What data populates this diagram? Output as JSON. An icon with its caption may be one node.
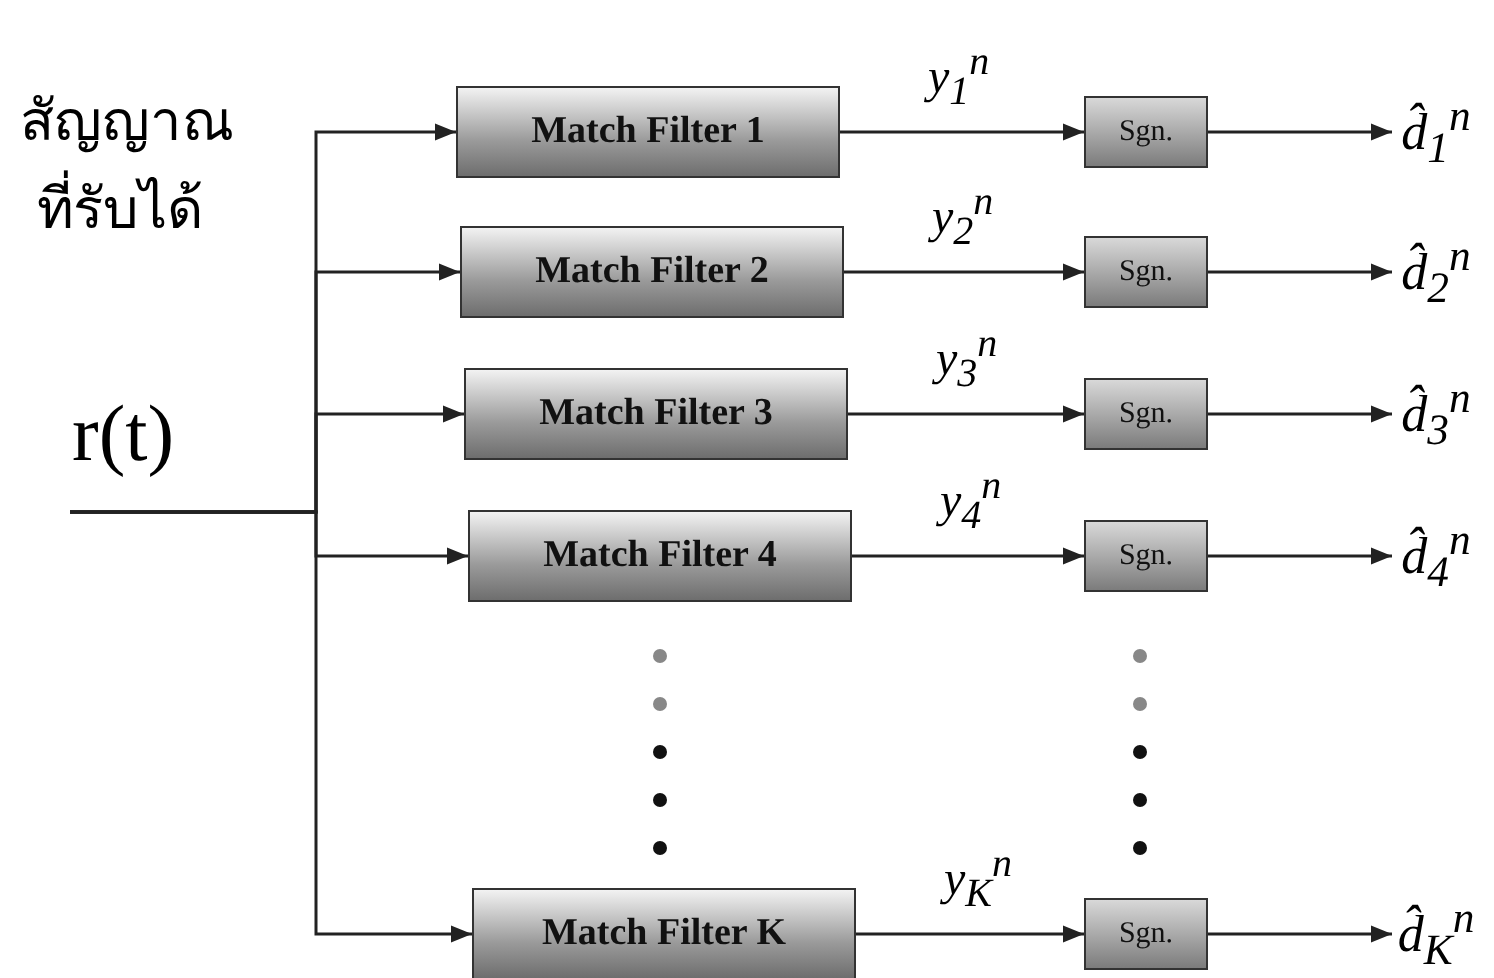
{
  "diagram": {
    "nodes": [
      {
        "text": [
          "Match Filter 1"
        ]
      },
      {
        "text": [
          "Match Filter 2"
        ]
      },
      {
        "text": [
          "Match Filter 3"
        ]
      },
      {
        "text": [
          "Match Filter 4"
        ]
      },
      {
        "text": [
          "Match Filter K"
        ]
      },
      {
        "text": [
          "Sgn."
        ]
      },
      {
        "text": [
          "Sgn."
        ]
      },
      {
        "text": [
          "Sgn."
        ]
      },
      {
        "text": [
          "Sgn."
        ]
      },
      {
        "text": [
          "Sgn."
        ]
      },
      {
        "text": [
          "d̂$_{1}$$^{n}$"
        ]
      },
      {
        "text": [
          "d̂$_{2}$$^{n}$"
        ]
      },
      {
        "text": [
          "d̂$_{3}$$^{n}$"
        ]
      },
      {
        "text": [
          "d̂$_{4}$$^{n}$"
        ]
      },
      {
        "text": [
          "d̂$_{K}$$^{n}$"
        ]
      }
    ],
    "edges": [
      {
        "from": null,
        "to": 0,
        "arrow": "to"
      },
      {
        "from": null,
        "to": 1,
        "arrow": "to"
      },
      {
        "from": null,
        "to": 2,
        "arrow": "to"
      },
      {
        "from": null,
        "to": 3,
        "arrow": "to"
      },
      {
        "from": null,
        "to": 4,
        "arrow": "to"
      },
      {
        "from": 0,
        "to": 5,
        "arrow": "to",
        "label": "y$_{1}$$^{n}$"
      },
      {
        "from": 1,
        "to": 6,
        "arrow": "to",
        "label": "y$_{2}$$^{n}$"
      },
      {
        "from": 2,
        "to": 7,
        "arrow": "to",
        "label": "y$_{3}$$^{n}$"
      },
      {
        "from": 3,
        "to": 8,
        "arrow": "to",
        "label": "y$_{4}$$^{n}$"
      },
      {
        "from": 4,
        "to": 9,
        "arrow": "to",
        "label": "y$_{K}$$^{n}$"
      },
      {
        "from": 5,
        "to": 10,
        "arrow": "to"
      },
      {
        "from": 6,
        "to": 11,
        "arrow": "to"
      },
      {
        "from": 7,
        "to": 12,
        "arrow": "to"
      },
      {
        "from": 8,
        "to": 13,
        "arrow": "to"
      },
      {
        "from": 9,
        "to": 14,
        "arrow": "to"
      }
    ],
    "labels": [
      "สัญญาณ ที่รับได้",
      "r(t)"
    ]
  }
}
